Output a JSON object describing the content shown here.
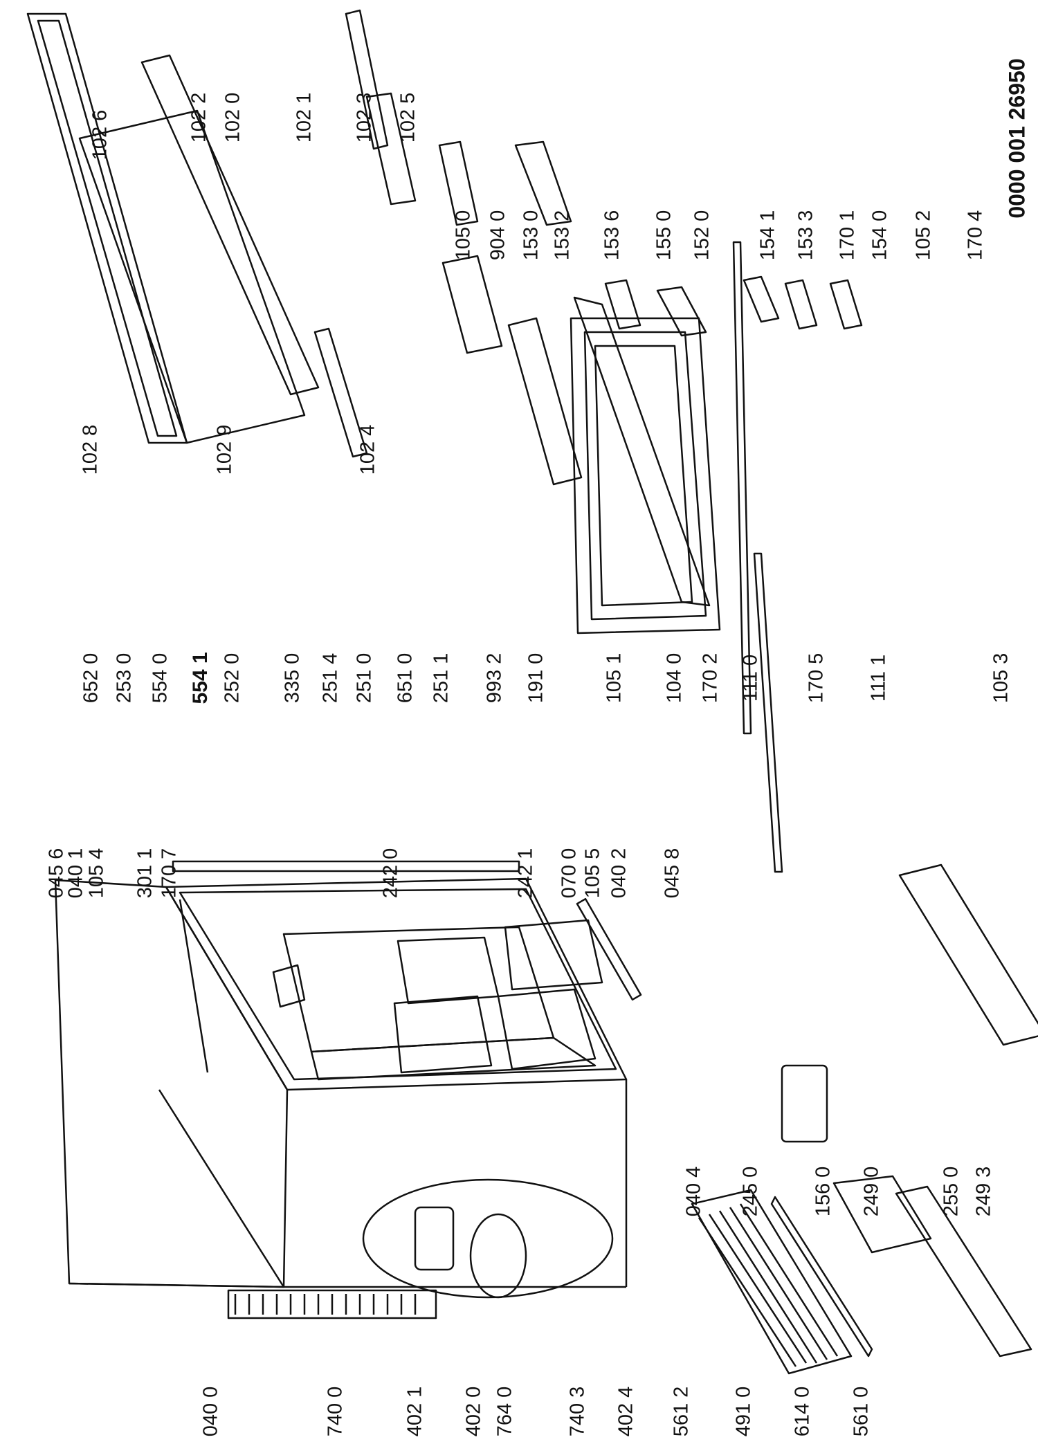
{
  "diagram": {
    "catalog_number": "0000 001 26950",
    "part_labels": [
      "045 6",
      "040 1",
      "105 4",
      "301 1",
      "170 7",
      "242 0",
      "242 1",
      "070 0",
      "105 5",
      "040 2",
      "045 8",
      "652 0",
      "253 0",
      "554 0",
      "554 1",
      "252 0",
      "335 0",
      "251 4",
      "251 0",
      "651 0",
      "251 1",
      "993 2",
      "191 0",
      "105 1",
      "104 0",
      "170 2",
      "111 0",
      "170 5",
      "111 1",
      "105 3",
      "102 8",
      "102 9",
      "102 4",
      "102 6",
      "102 2",
      "102 0",
      "102 1",
      "102 3",
      "102 5",
      "105 0",
      "904 0",
      "153 0",
      "153 2",
      "153 6",
      "155 0",
      "152 0",
      "154 1",
      "153 3",
      "170 1",
      "154 0",
      "105 2",
      "170 4",
      "040 0",
      "740 0",
      "402 1",
      "402 0",
      "764 0",
      "740 3",
      "402 4",
      "561 2",
      "491 0",
      "614 0",
      "561 0",
      "040 4",
      "245 0",
      "156 0",
      "249 0",
      "255 0",
      "249 3"
    ]
  }
}
